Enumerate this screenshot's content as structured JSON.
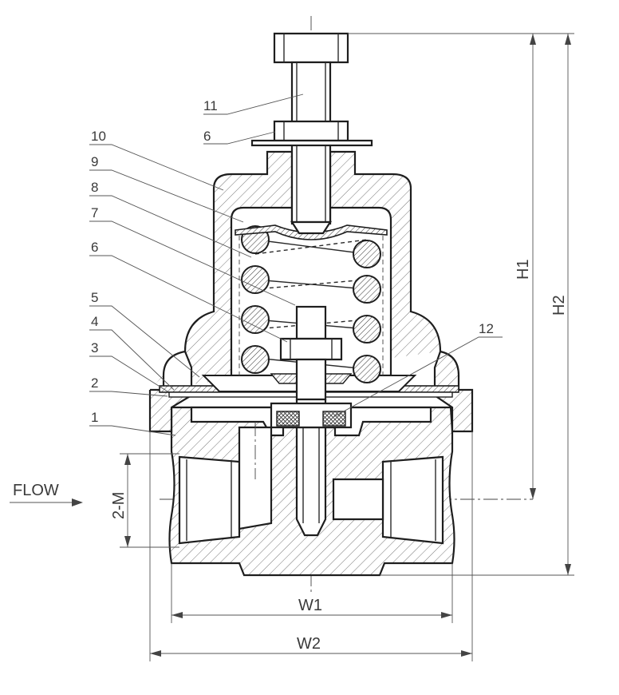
{
  "diagram": {
    "part_numbers": [
      "1",
      "2",
      "3",
      "4",
      "5",
      "6",
      "7",
      "8",
      "9",
      "10",
      "6",
      "11",
      "12"
    ],
    "flow_label": "FLOW",
    "port_label": "2-M",
    "dimensions": {
      "w1": "W1",
      "w2": "W2",
      "h1": "H1",
      "h2": "H2"
    }
  }
}
